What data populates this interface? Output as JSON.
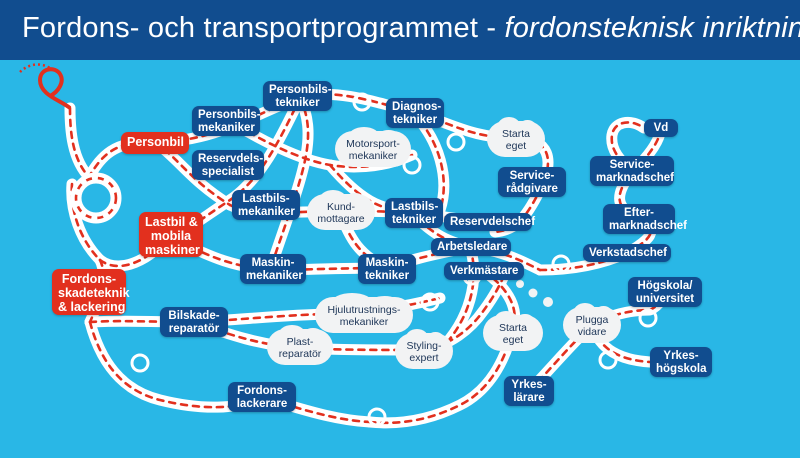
{
  "header": {
    "title_main": "Fordons- och transportprogrammet - ",
    "title_italic": "fordonsteknisk inriktning"
  },
  "colors": {
    "background": "#29b7e6",
    "header": "#114d8f",
    "node_blue": "#114d8f",
    "node_red": "#e2301e",
    "road": "#ffffff",
    "dash": "#e2301e",
    "cloud": "#f2f3f4"
  },
  "entry_nodes": [
    {
      "id": "personbil",
      "label": "Personbil"
    },
    {
      "id": "lastbil",
      "label": "Lastbil &\nmobila\nmaskiner"
    },
    {
      "id": "fordonsskade",
      "label": "Fordons-\nskadeteknik\n& lackering"
    }
  ],
  "careers": [
    {
      "id": "personbilstekniker",
      "label": "Personbils-\ntekniker"
    },
    {
      "id": "personbilsmekaniker",
      "label": "Personbils-\nmekaniker"
    },
    {
      "id": "diagnostekniker",
      "label": "Diagnos-\ntekniker"
    },
    {
      "id": "reservdelsspecialist",
      "label": "Reservdels-\nspecialist"
    },
    {
      "id": "lastbilsmekaniker",
      "label": "Lastbils-\nmekaniker"
    },
    {
      "id": "lastbilstekniker",
      "label": "Lastbils-\ntekniker"
    },
    {
      "id": "reservdelschef",
      "label": "Reservdelschef"
    },
    {
      "id": "servicerad",
      "label": "Service-\nrådgivare"
    },
    {
      "id": "vd",
      "label": "Vd"
    },
    {
      "id": "servicemarknadschef",
      "label": "Service-\nmarknadschef"
    },
    {
      "id": "eftermarknadschef",
      "label": "Efter-\nmarknadschef"
    },
    {
      "id": "verkstadschef",
      "label": "Verkstadschef"
    },
    {
      "id": "arbetsledare",
      "label": "Arbetsledare"
    },
    {
      "id": "verkmastare",
      "label": "Verkmästare"
    },
    {
      "id": "maskinmekaniker",
      "label": "Maskin-\nmekaniker"
    },
    {
      "id": "maskintekniker",
      "label": "Maskin-\ntekniker"
    },
    {
      "id": "bilskadereparator",
      "label": "Bilskade-\nreparatör"
    },
    {
      "id": "fordonslackerare",
      "label": "Fordons-\nlackerare"
    },
    {
      "id": "hogskola",
      "label": "Högskola/\nuniversitet"
    },
    {
      "id": "yrkeshogskola",
      "label": "Yrkes-\nhögskola"
    },
    {
      "id": "yrkeslarare",
      "label": "Yrkes-\nlärare"
    }
  ],
  "clouds": [
    {
      "id": "starta1",
      "label": "Starta\neget"
    },
    {
      "id": "motorsport",
      "label": "Motorsport-\nmekaniker"
    },
    {
      "id": "kundmottagare",
      "label": "Kund-\nmottagare"
    },
    {
      "id": "hjulutrustning",
      "label": "Hjulutrustnings-\nmekaniker"
    },
    {
      "id": "plastreparator",
      "label": "Plast-\nreparatör"
    },
    {
      "id": "stylingexpert",
      "label": "Styling-\nexpert"
    },
    {
      "id": "starta2",
      "label": "Starta\neget"
    },
    {
      "id": "plugga",
      "label": "Plugga\nvidare"
    }
  ]
}
